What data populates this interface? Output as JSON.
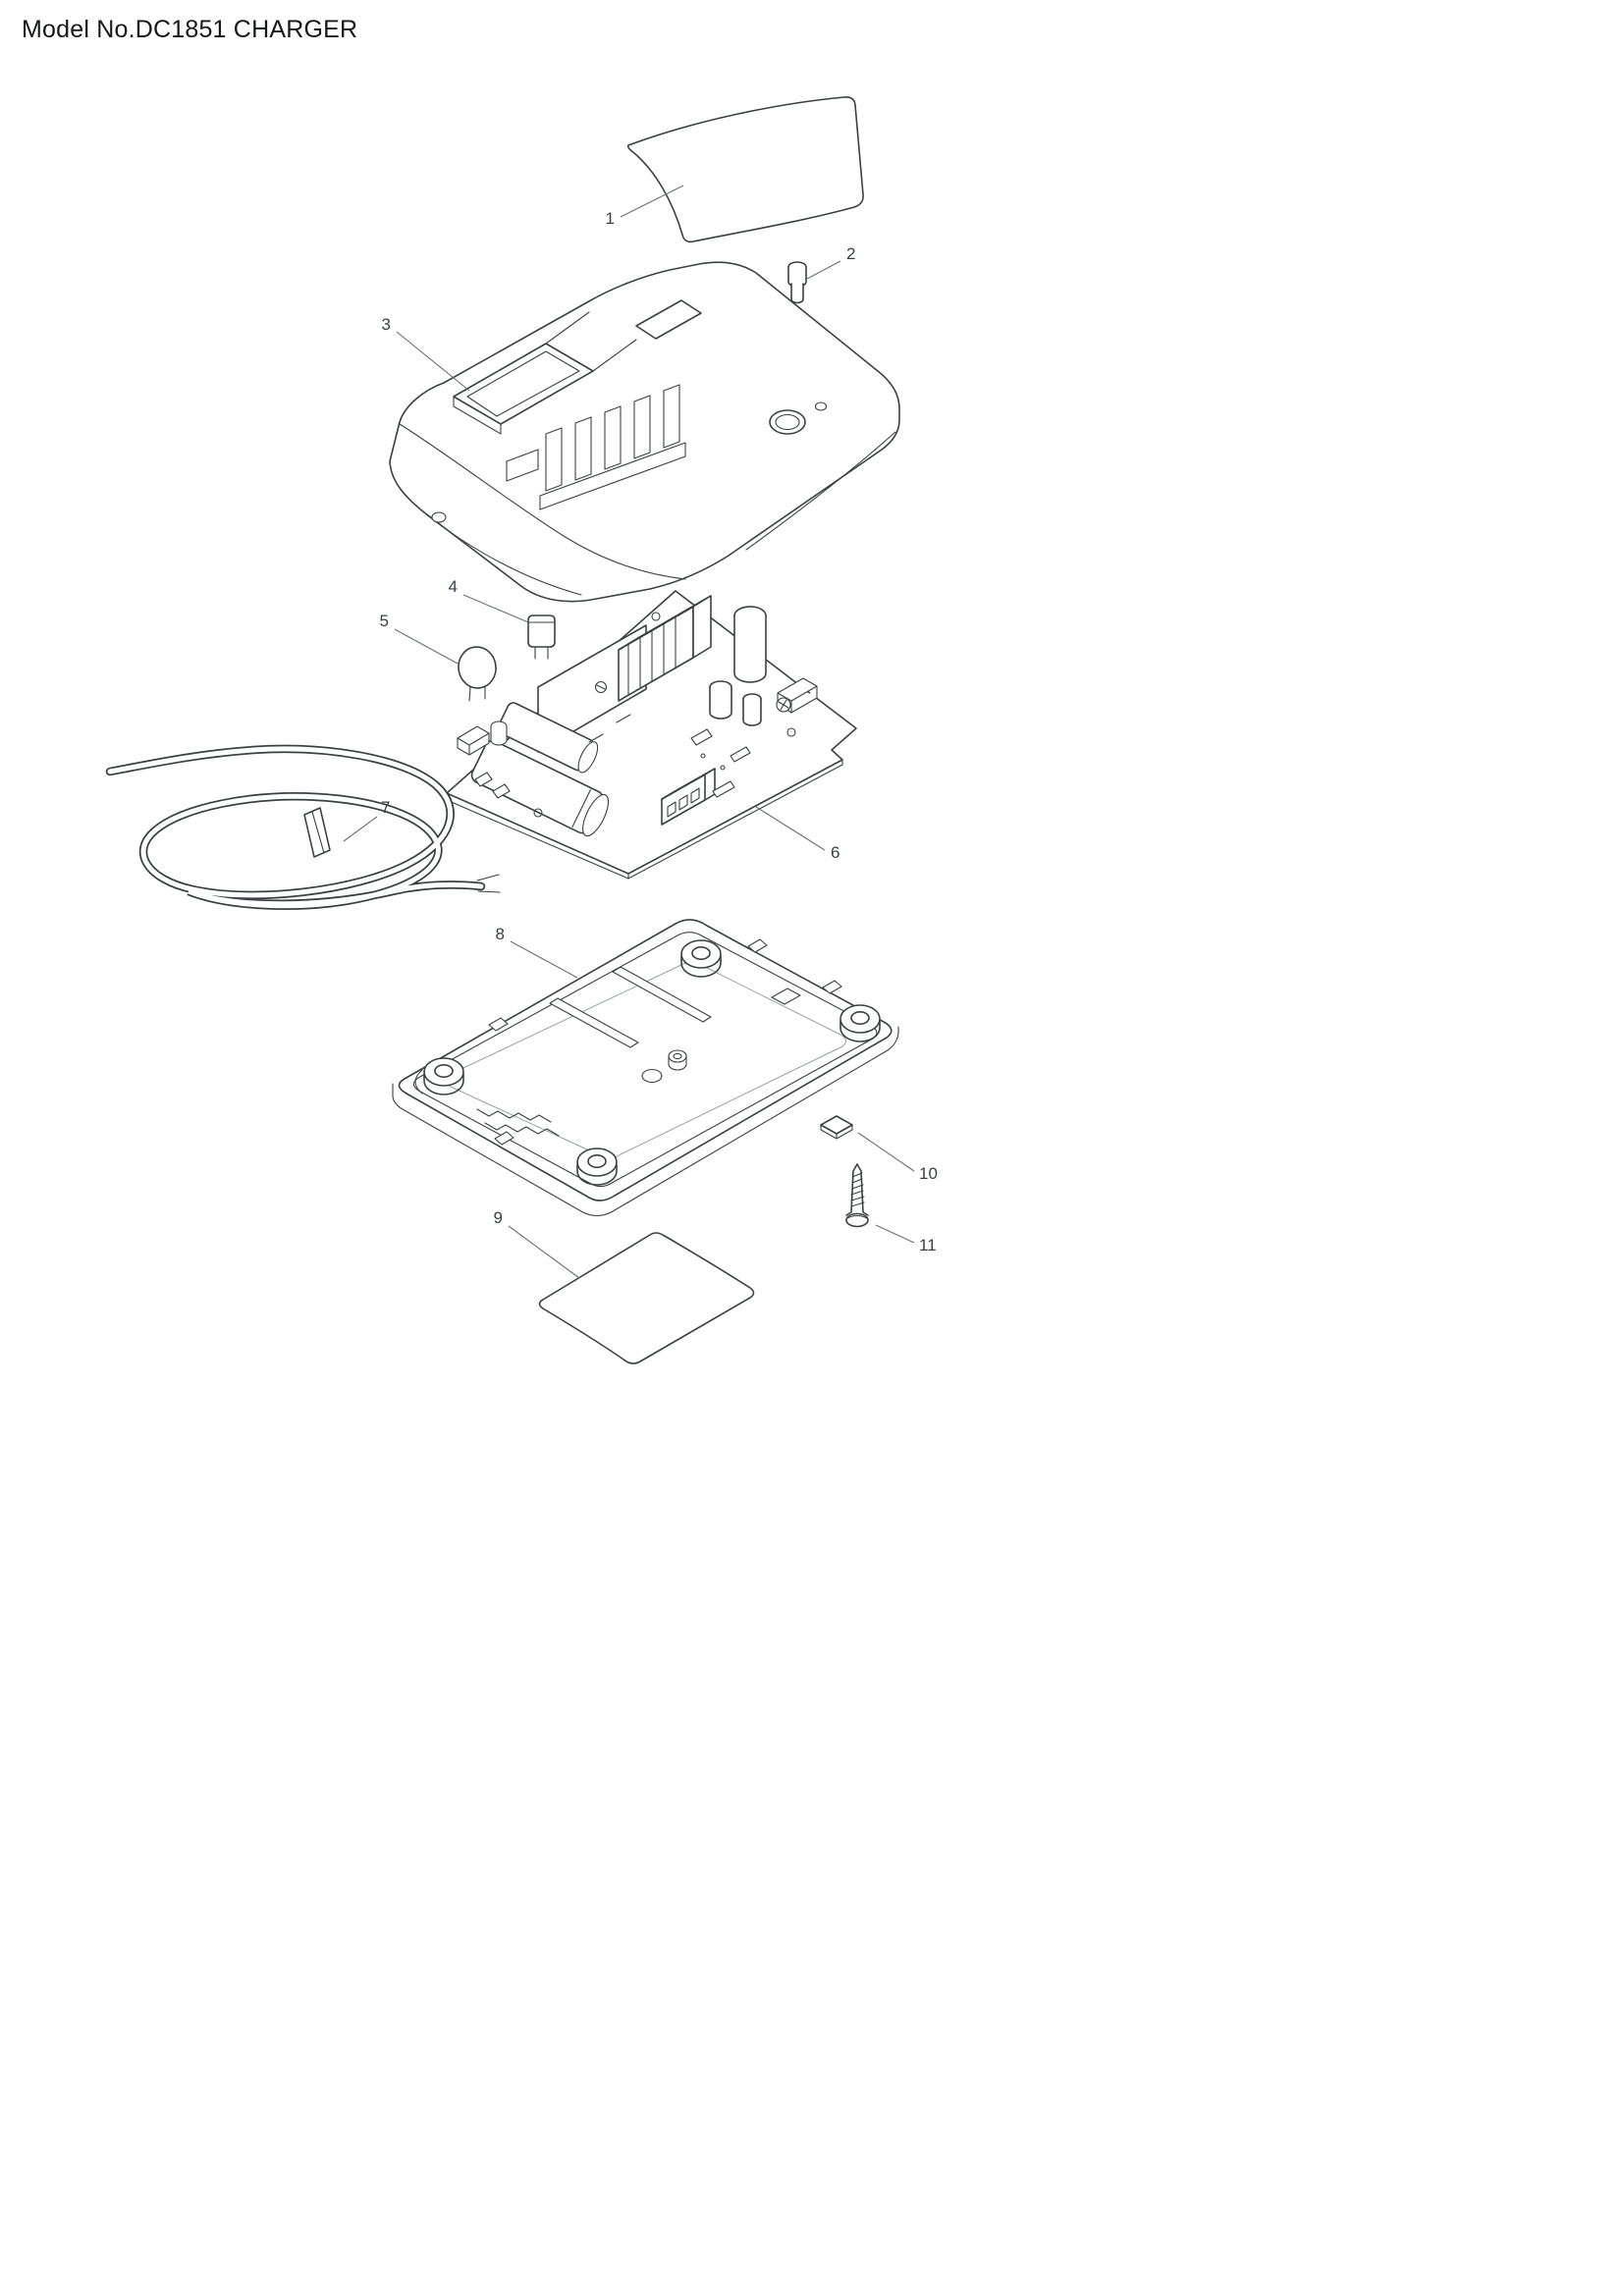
{
  "header": {
    "title": "Model No.DC1851 CHARGER"
  },
  "palette": {
    "ink": "#3c4043",
    "leader": "#6b7075",
    "title_text": "#17181a",
    "background": "#ffffff"
  },
  "diagram": {
    "type": "exploded-parts-diagram",
    "callouts": [
      {
        "number": "1",
        "part": "adhesive-label-top"
      },
      {
        "number": "2",
        "part": "pin"
      },
      {
        "number": "3",
        "part": "housing-top-cover"
      },
      {
        "number": "4",
        "part": "film-capacitor"
      },
      {
        "number": "5",
        "part": "disc-capacitor"
      },
      {
        "number": "6",
        "part": "printed-circuit-board"
      },
      {
        "number": "7",
        "part": "power-supply-cord"
      },
      {
        "number": "8",
        "part": "housing-bottom-case"
      },
      {
        "number": "9",
        "part": "sheet-label-bottom"
      },
      {
        "number": "10",
        "part": "rubber-foot"
      },
      {
        "number": "11",
        "part": "tapping-screw"
      }
    ]
  }
}
